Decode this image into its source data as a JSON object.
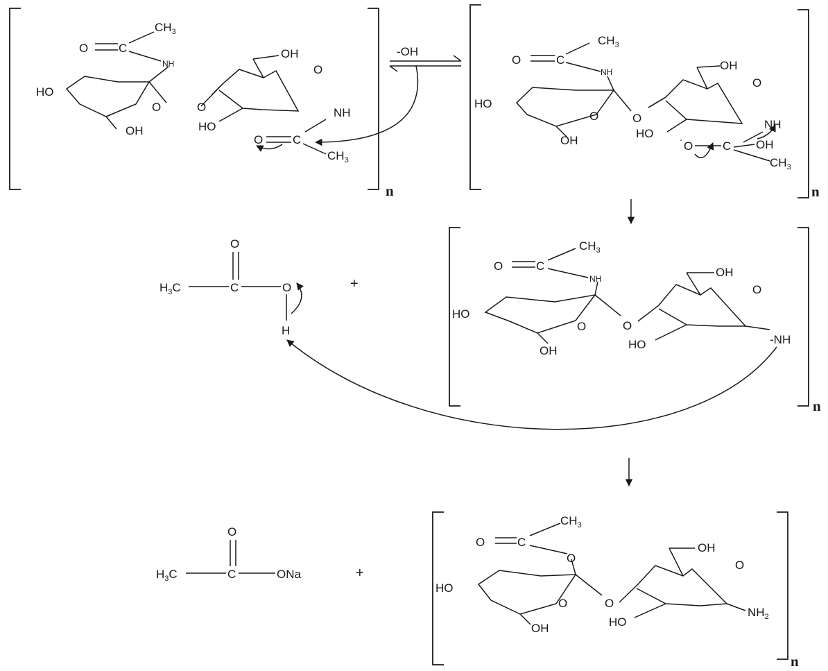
{
  "molecules": {
    "m1": {
      "ch3_top": "CH",
      "ch3_top_sub": "3",
      "o_carbonyl_top": "O",
      "c_top": "C",
      "nh_top": "NH",
      "oh_ring2_top": "OH",
      "ring_o2": "O",
      "ho_left": "HO",
      "ring_o1": "O",
      "glyco_o": "O",
      "nh_right": "NH",
      "oh_bottom": "OH",
      "ho_ring2": "HO",
      "o_carbonyl_bottom": "O",
      "c_bottom": "C",
      "ch3_bottom": "CH",
      "ch3_bottom_sub": "3",
      "repeat": "n"
    },
    "m2": {
      "ch3_top": "CH",
      "ch3_top_sub": "3",
      "o_carbonyl_top": "O",
      "c_top": "C",
      "nh_top": "NH",
      "oh_ring2_top": "OH",
      "ring_o2": "O",
      "ho_left": "HO",
      "ring_o1": "O",
      "glyco_o": "O",
      "nh_right": "NH",
      "oh_bottom": "OH",
      "ho_ring2": "HO",
      "o_minus_charge": "-",
      "o_minus": "O",
      "c_tetra": "C",
      "oh_tetra": "OH",
      "ch3_bottom": "CH",
      "ch3_bottom_sub": "3",
      "repeat": "n"
    },
    "m3": {
      "ch3_top": "CH",
      "ch3_top_sub": "3",
      "o_carbonyl_top": "O",
      "c_top": "C",
      "nh_top": "NH",
      "oh_ring2_top": "OH",
      "ring_o2": "O",
      "ho_left": "HO",
      "ring_o1": "O",
      "glyco_o": "O",
      "nh_right": "-NH",
      "oh_bottom": "OH",
      "ho_ring2": "HO",
      "repeat": "n"
    },
    "m4": {
      "ch3_top": "CH",
      "ch3_top_sub": "3",
      "o_carbonyl_top": "O",
      "c_top": "C",
      "o_ester": "O",
      "oh_ring2_top": "OH",
      "ring_o2": "O",
      "ho_left": "HO",
      "ring_o1": "O",
      "glyco_o": "O",
      "nh2": "NH",
      "nh2_sub": "2",
      "oh_bottom": "OH",
      "ho_ring2": "HO",
      "repeat": "n"
    }
  },
  "reagent": {
    "label": "-OH"
  },
  "acetic_acid": {
    "h3c": "H",
    "h3c_sub": "3",
    "h3c_c": "C",
    "c": "C",
    "o_top": "O",
    "o_right": "O",
    "h": "H"
  },
  "sodium_acetate": {
    "h3c": "H",
    "h3c_sub": "3",
    "h3c_c": "C",
    "c": "C",
    "o_top": "O",
    "ona": "ONa"
  },
  "plus_1": "+",
  "plus_2": "+"
}
